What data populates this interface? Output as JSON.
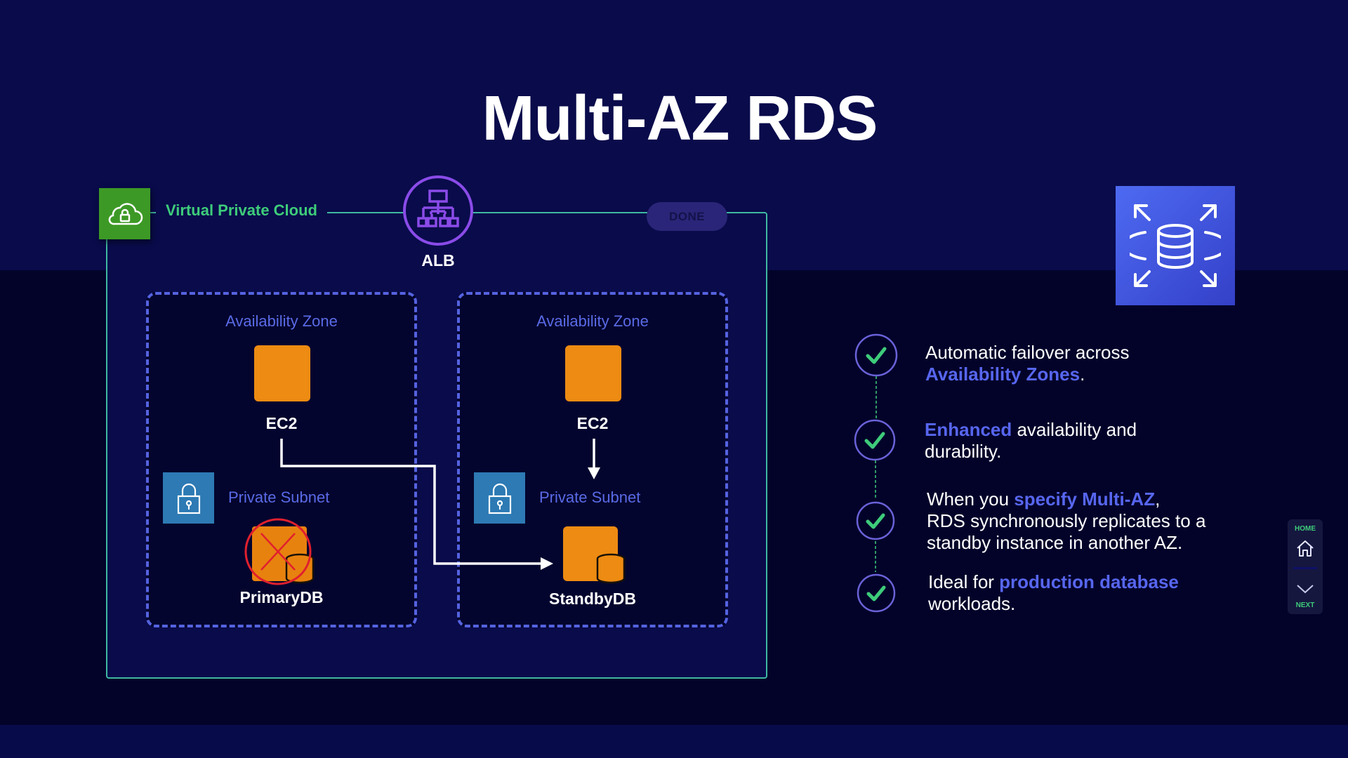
{
  "title": "Multi-AZ RDS",
  "diagram": {
    "vpc": {
      "label": "Virtual Private Cloud",
      "icon": "cloud-lock-icon",
      "border_color": "#3fb8a0",
      "label_color": "#3ecc7a"
    },
    "load_balancer": {
      "label": "ALB",
      "icon": "load-balancer-icon",
      "color": "#8a4be8"
    },
    "status_badge": "DONE",
    "zones": [
      {
        "title": "Availability Zone",
        "compute": {
          "label": "EC2",
          "icon": "ec2-instance-icon"
        },
        "subnet": {
          "label": "Private Subnet",
          "icon": "lock-icon"
        },
        "database": {
          "label": "PrimaryDB",
          "icon": "rds-db-icon",
          "state": "failed"
        }
      },
      {
        "title": "Availability Zone",
        "compute": {
          "label": "EC2",
          "icon": "ec2-instance-icon"
        },
        "subnet": {
          "label": "Private Subnet",
          "icon": "lock-icon"
        },
        "database": {
          "label": "StandbyDB",
          "icon": "rds-db-icon",
          "state": "active"
        }
      }
    ],
    "connections": [
      {
        "from": "zones.0.compute",
        "to": "zones.1.database",
        "type": "failover-arrow"
      },
      {
        "from": "zones.1.compute",
        "to": "zones.1.database",
        "type": "arrow"
      }
    ]
  },
  "service_icon": {
    "name": "rds-multi-az-icon",
    "color": "#4e6af2"
  },
  "features": [
    {
      "icon": "check-icon",
      "parts": [
        {
          "text": "Automatic failover across ",
          "hl": false
        },
        {
          "text": "Availability Zones",
          "hl": true
        },
        {
          "text": ".",
          "hl": false
        }
      ],
      "line1": "Automatic failover across ",
      "hl1": "Availability Zones",
      "tail1": "."
    },
    {
      "icon": "check-icon",
      "hl1": "Enhanced",
      "line1": " availability and",
      "line2": "durability."
    },
    {
      "icon": "check-icon",
      "line1": "When you ",
      "hl1": "specify Multi-AZ",
      "tail1": ",",
      "line2": "RDS synchronously replicates to a",
      "line3": "standby instance in another AZ."
    },
    {
      "icon": "check-icon",
      "line1": "Ideal for ",
      "hl1": "production database",
      "line2": "workloads."
    }
  ],
  "colors": {
    "accent": "#5766ee",
    "check": "#3ecc7a",
    "orange": "#ed8b12",
    "fail": "#e0202e"
  },
  "nav": {
    "home_label": "HOME",
    "next_label": "NEXT"
  }
}
